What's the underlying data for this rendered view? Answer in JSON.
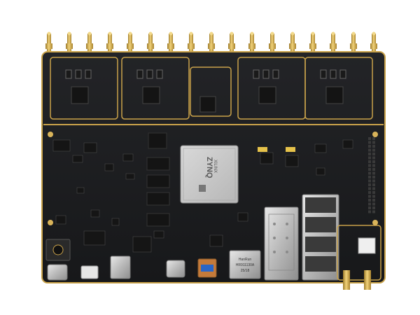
{
  "scene": {
    "kind": "product-photo",
    "subject": "fpga-dev-board",
    "background_color": "#ffffff",
    "pcb_color": "#1c1d1f",
    "gold_color": "#c9a24a",
    "connector_color": "#d8b04a"
  },
  "chips": {
    "main_brand": "XILINX",
    "main_model": "ZYNQ",
    "ethernet_brand": "HanRun",
    "ethernet_part": "HR911130A",
    "ethernet_code": "25/18"
  },
  "sma_connector_count": 17,
  "rf_channel_count": 4
}
